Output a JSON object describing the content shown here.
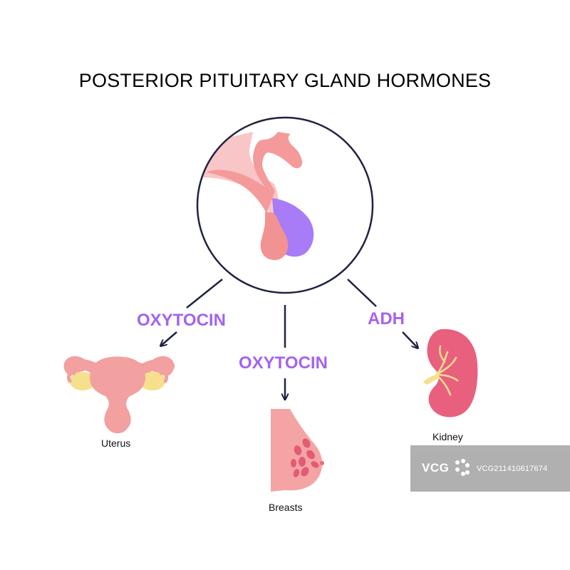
{
  "title": "POSTERIOR PITUITARY GLAND HORMONES",
  "hormones": {
    "left": "OXYTOCIN",
    "center": "OXYTOCIN",
    "right": "ADH"
  },
  "organs": {
    "uterus": "Uterus",
    "breasts": "Breasts",
    "kidney": "Kidney"
  },
  "watermark": {
    "logo": "VCG",
    "id": "VCG211410617674"
  },
  "colors": {
    "hormone_text": "#a363f0",
    "posterior_lobe": "#a87bf7",
    "anterior_lobe": "#f29292",
    "brain_tissue": "#f8c6c6",
    "uterus": "#f2a0a0",
    "ovary": "#f6e08e",
    "kidney": "#e9607e",
    "breast": "#f5a4a4",
    "connector": "#1f2340"
  }
}
